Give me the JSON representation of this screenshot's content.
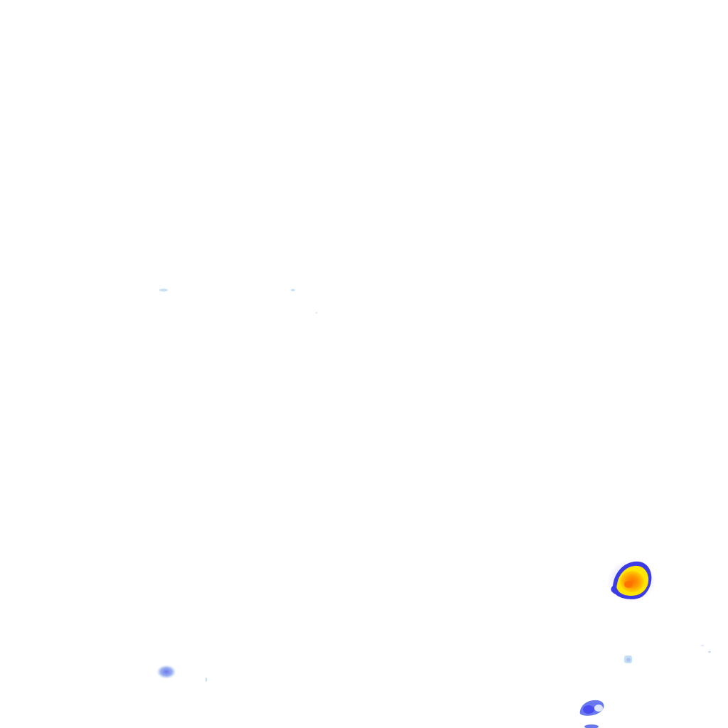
{
  "map": {
    "kind": "precipitation-radar-tile",
    "background_color": "#ffffff",
    "legend_scale": [
      "#c8e0f4",
      "#9fb4f0",
      "#6a78f0",
      "#3c3ce6",
      "#ffe600",
      "#ffb000",
      "#ff7a00"
    ],
    "echoes": [
      {
        "name": "radar-echo-main-cell",
        "intensity": "heavy",
        "colors": [
          "#3c3ce6",
          "#ffe600",
          "#ff9a00",
          "#ff7400"
        ]
      },
      {
        "name": "radar-echo-southwest-cell",
        "intensity": "light",
        "colors": [
          "#9fb4f0",
          "#6a78f0"
        ]
      },
      {
        "name": "radar-echo-south-cell",
        "intensity": "moderate",
        "colors": [
          "#6a78f0",
          "#4a4cf0",
          "#dde6fb"
        ]
      },
      {
        "name": "radar-echo-small-speck",
        "intensity": "very-light",
        "colors": [
          "#c8e0f4"
        ]
      }
    ]
  }
}
